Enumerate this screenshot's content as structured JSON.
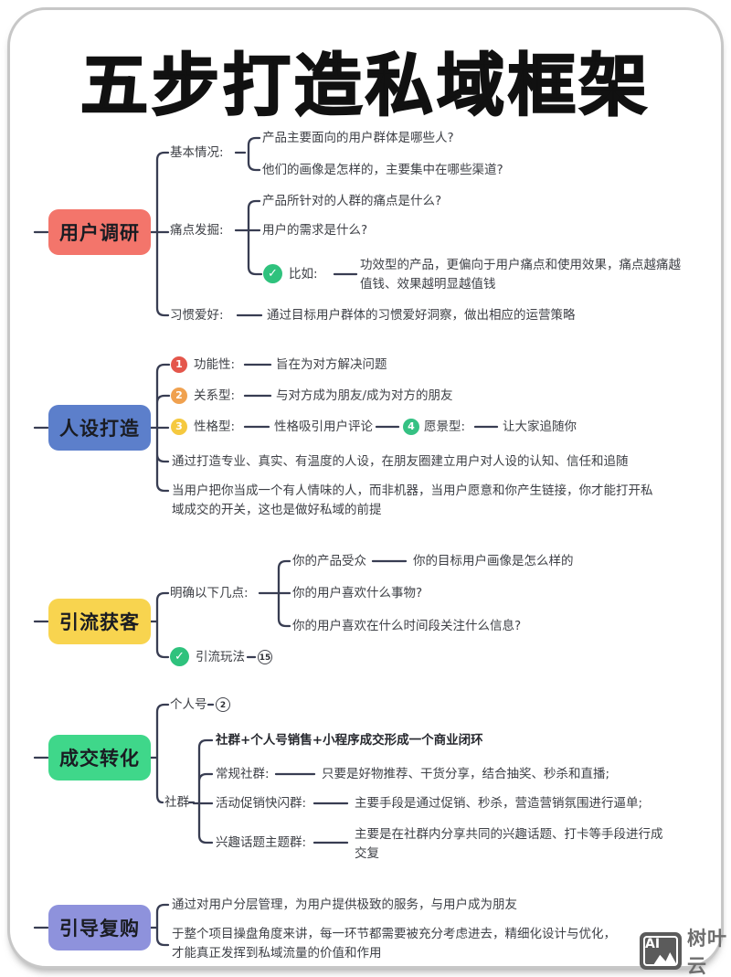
{
  "title": "五步打造私域框架",
  "watermark": {
    "logo": "AI",
    "brand": "树叶云"
  },
  "colors": {
    "branch1": "#F3756B",
    "branch2": "#5C7FCB",
    "branch3": "#F8D44F",
    "branch4": "#3FD78A",
    "branch5": "#8E92DC",
    "num1": "#E4564B",
    "num2": "#F0A14F",
    "num3": "#F5C93F",
    "num4": "#35C183",
    "check": "#2FC27D",
    "line": "#383D52"
  },
  "branch1": {
    "label": "用户调研",
    "basic_label": "基本情况:",
    "basic_q1": "产品主要面向的用户群体是哪些人?",
    "basic_q2": "他们的画像是怎样的，主要集中在哪些渠道?",
    "pain_label": "痛点发掘:",
    "pain_q1": "产品所针对的人群的痛点是什么?",
    "pain_q2": "用户的需求是什么?",
    "example_label": "比如:",
    "example_text": "功效型的产品，更偏向于用户痛点和使用效果，痛点越痛越值钱、效果越明显越值钱",
    "habit_label": "习惯爱好:",
    "habit_text": "通过目标用户群体的习惯爱好洞察，做出相应的运营策略"
  },
  "branch2": {
    "label": "人设打造",
    "n1": "1",
    "t1_label": "功能性:",
    "t1_text": "旨在为对方解决问题",
    "n2": "2",
    "t2_label": "关系型:",
    "t2_text": "与对方成为朋友/成为对方的朋友",
    "n3": "3",
    "t3_label": "性格型:",
    "t3_text": "性格吸引用户评论",
    "n4": "4",
    "t4_label": "愿景型:",
    "t4_text": "让大家追随你",
    "line1": "通过打造专业、真实、有温度的人设，在朋友圈建立用户对人设的认知、信任和追随",
    "line2": "当用户把你当成一个有人情味的人，而非机器，当用户愿意和你产生链接，你才能打开私域成交的开关，这也是做好私域的前提"
  },
  "branch3": {
    "label": "引流获客",
    "clarify_label": "明确以下几点:",
    "q1_left": "你的产品受众",
    "q1_right": "你的目标用户画像是怎么样的",
    "q2": "你的用户喜欢什么事物?",
    "q3": "你的用户喜欢在什么时间段关注什么信息?",
    "play_label": "引流玩法",
    "play_badge": "15"
  },
  "branch4": {
    "label": "成交转化",
    "personal_label": "个人号",
    "personal_badge": "2",
    "group_label": "社群",
    "closed_loop": "社群+个人号销售+小程序成交形成一个商业闭环",
    "g1_label": "常规社群:",
    "g1_text": "只要是好物推荐、干货分享，结合抽奖、秒杀和直播;",
    "g2_label": "活动促销快闪群:",
    "g2_text": "主要手段是通过促销、秒杀，营造营销氛围进行逼单;",
    "g3_label": "兴趣话题主题群:",
    "g3_text": "主要是在社群内分享共同的兴趣话题、打卡等手段进行成交复"
  },
  "branch5": {
    "label": "引导复购",
    "line1": "通过对用户分层管理，为用户提供极致的服务，与用户成为朋友",
    "line2": "于整个项目操盘角度来讲，每一环节都需要被充分考虑进去，精细化设计与优化，才能真正发挥到私域流量的价值和作用"
  }
}
